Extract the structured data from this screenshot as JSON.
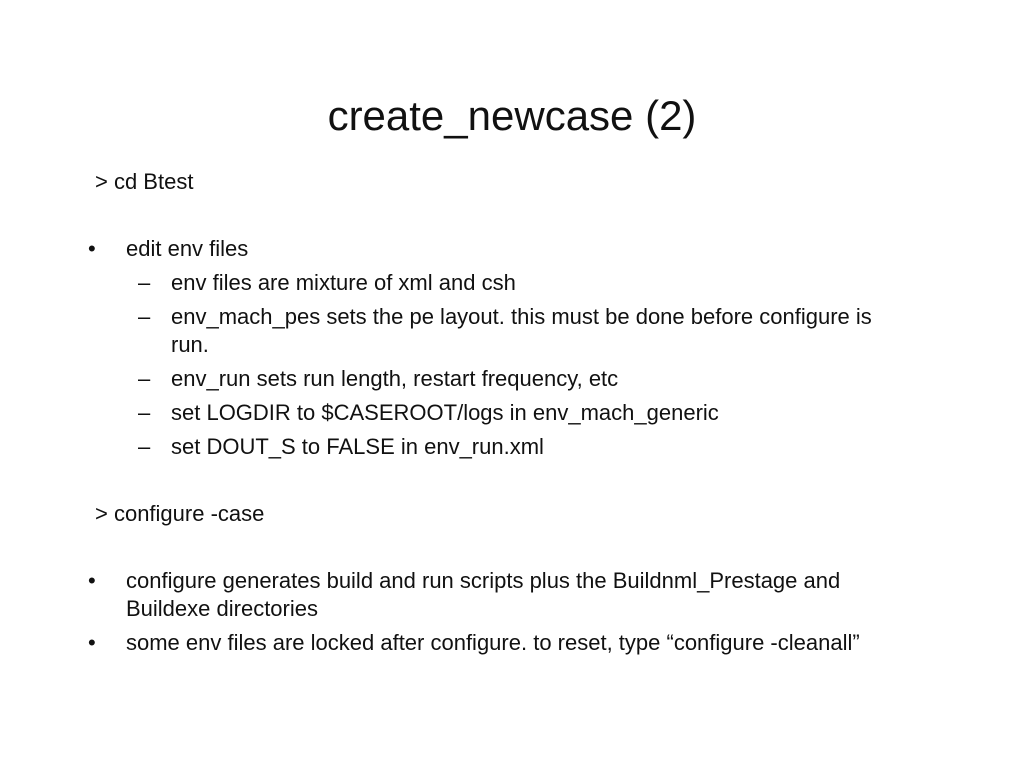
{
  "slide": {
    "title": "create_newcase (2)",
    "command_1": "> cd Btest",
    "bullet_marker": "•",
    "sub_marker": "–",
    "bullets_1": [
      {
        "text": "edit env files"
      }
    ],
    "sub_bullets": [
      {
        "text": "env files are mixture of xml and csh"
      },
      {
        "text": "env_mach_pes sets the pe layout.  this must be done before configure is run."
      },
      {
        "text": "env_run sets run length, restart frequency, etc"
      },
      {
        "text": "set LOGDIR to $CASEROOT/logs in env_mach_generic"
      },
      {
        "text": "set DOUT_S to FALSE in env_run.xml"
      }
    ],
    "command_2": "> configure -case",
    "bullets_2": [
      {
        "text": "configure generates build and run scripts plus the Buildnml_Prestage and Buildexe directories"
      },
      {
        "text": "some env files are locked after configure.  to reset, type “configure -cleanall”"
      }
    ]
  }
}
